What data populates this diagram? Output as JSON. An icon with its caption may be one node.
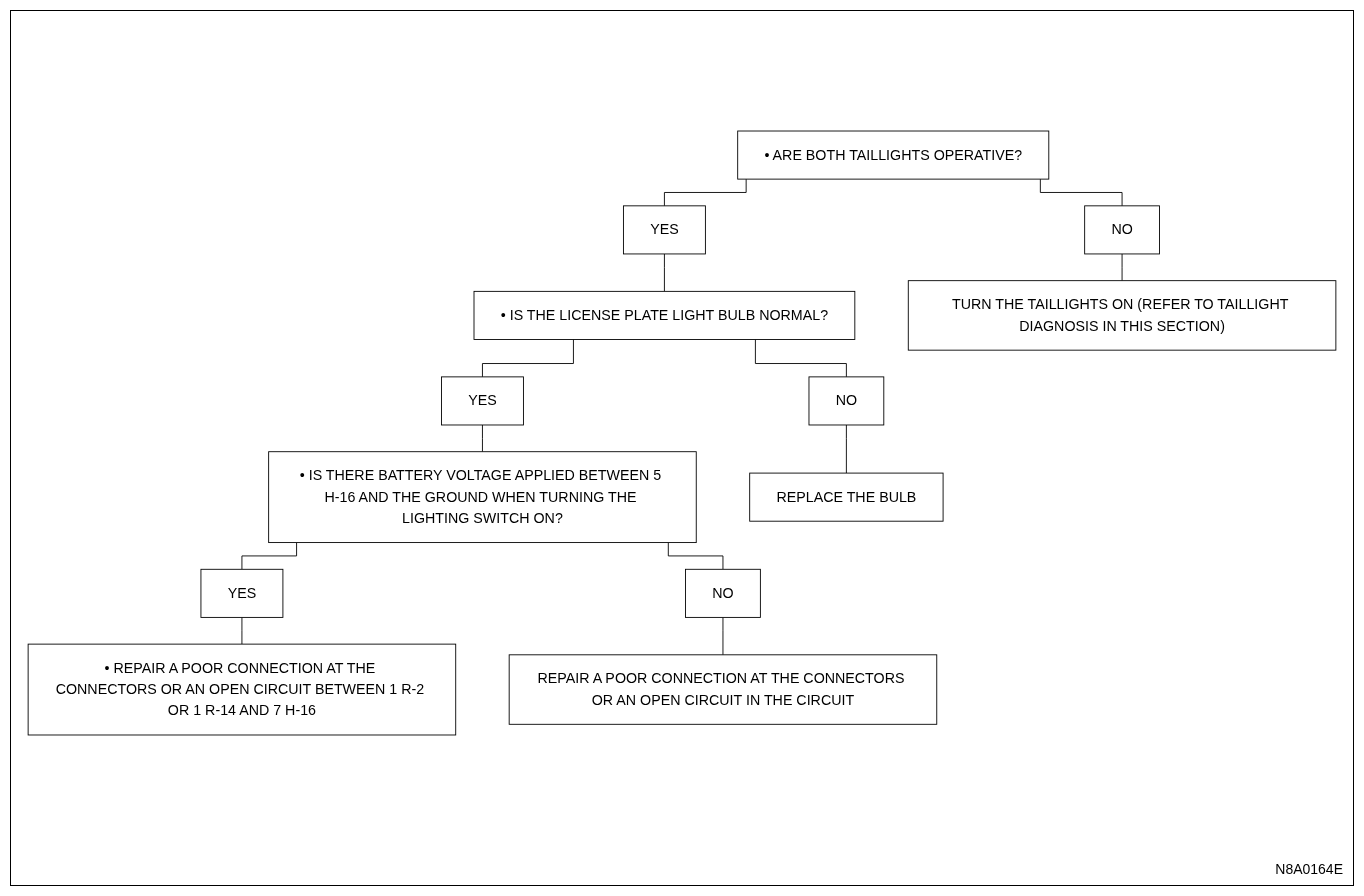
{
  "diagram": {
    "nodes": [
      {
        "text": [
          "• ARE BOTH TAILLIGHTS OPERATIVE?"
        ]
      },
      {
        "text": [
          "YES"
        ]
      },
      {
        "text": [
          "NO"
        ]
      },
      {
        "text": [
          "• IS THE LICENSE PLATE LIGHT BULB NORMAL?"
        ]
      },
      {
        "text": [
          "TURN THE TAILLIGHTS ON (REFER TO TAILLIGHT DIAGNOSIS IN THIS SECTION)"
        ]
      },
      {
        "text": [
          "YES"
        ]
      },
      {
        "text": [
          "NO"
        ]
      },
      {
        "text": [
          "• IS THERE BATTERY VOLTAGE APPLIED BETWEEN 5 H-16 AND THE GROUND WHEN TURNING THE LIGHTING SWITCH ON?"
        ]
      },
      {
        "text": [
          "REPLACE THE BULB"
        ]
      },
      {
        "text": [
          "YES"
        ]
      },
      {
        "text": [
          "NO"
        ]
      },
      {
        "text": [
          "• REPAIR A POOR CONNECTION AT THE CONNECTORS OR AN OPEN CIRCUIT BETWEEN 1 R-2 OR 1 R-14 AND 7 H-16"
        ]
      },
      {
        "text": [
          "REPAIR A POOR CONNECTION AT THE CONNECTORS OR AN OPEN CIRCUIT IN THE CIRCUIT"
        ]
      }
    ],
    "edges": [
      {
        "from": 0,
        "to": 1,
        "arrow": "none"
      },
      {
        "from": 0,
        "to": 2,
        "arrow": "none"
      },
      {
        "from": 1,
        "to": 3,
        "arrow": "none"
      },
      {
        "from": 2,
        "to": 4,
        "arrow": "none"
      },
      {
        "from": 3,
        "to": 5,
        "arrow": "none"
      },
      {
        "from": 3,
        "to": 6,
        "arrow": "none"
      },
      {
        "from": 5,
        "to": 7,
        "arrow": "none"
      },
      {
        "from": 6,
        "to": 8,
        "arrow": "none"
      },
      {
        "from": 7,
        "to": 9,
        "arrow": "none"
      },
      {
        "from": 7,
        "to": 10,
        "arrow": "none"
      },
      {
        "from": 9,
        "to": 11,
        "arrow": "none"
      },
      {
        "from": 10,
        "to": 12,
        "arrow": "none"
      }
    ],
    "labels": [
      "N8A0164E"
    ]
  }
}
